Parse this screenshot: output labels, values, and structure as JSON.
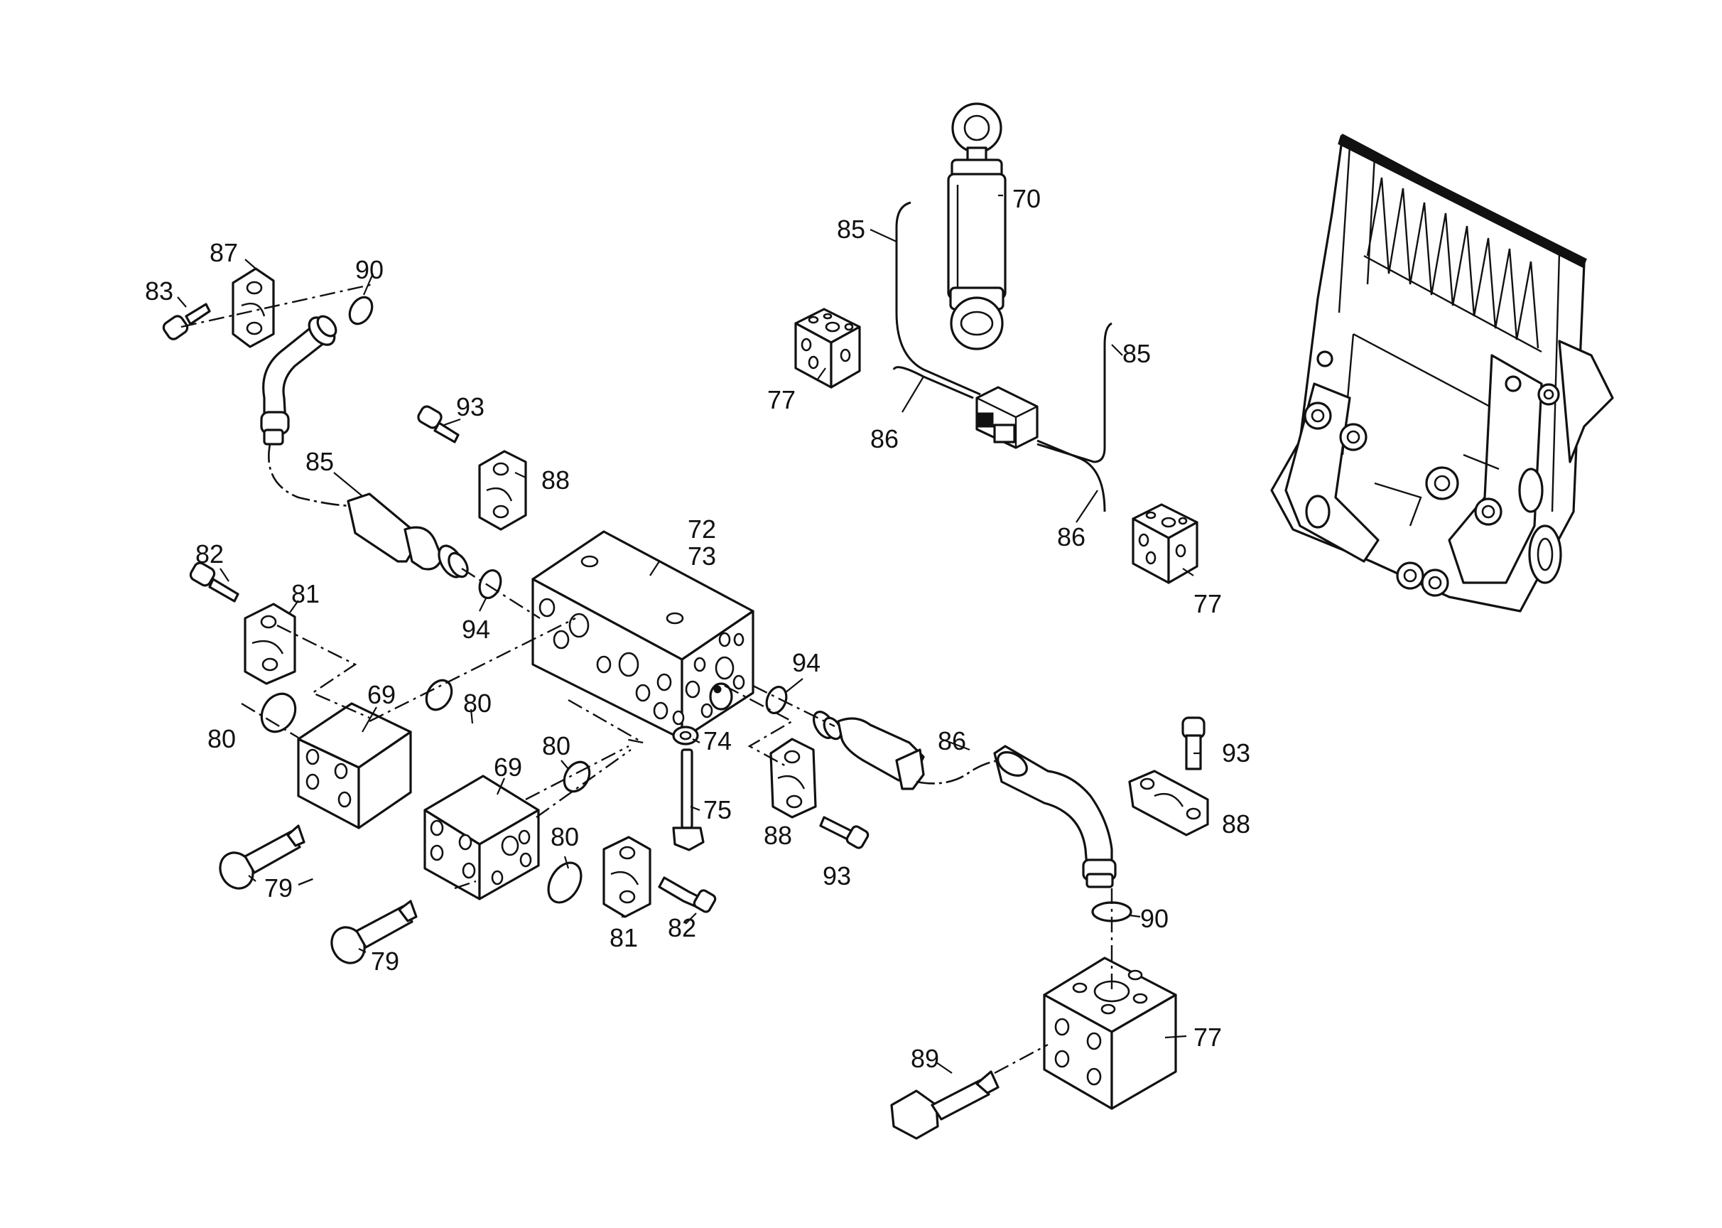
{
  "callouts": [
    {
      "id": "c-83",
      "text": "83"
    },
    {
      "id": "c-87",
      "text": "87"
    },
    {
      "id": "c-90a",
      "text": "90"
    },
    {
      "id": "c-93a",
      "text": "93"
    },
    {
      "id": "c-88a",
      "text": "88"
    },
    {
      "id": "c-85a",
      "text": "85"
    },
    {
      "id": "c-82a",
      "text": "82"
    },
    {
      "id": "c-81a",
      "text": "81"
    },
    {
      "id": "c-72",
      "text": "72"
    },
    {
      "id": "c-73",
      "text": "73"
    },
    {
      "id": "c-94a",
      "text": "94"
    },
    {
      "id": "c-69a",
      "text": "69"
    },
    {
      "id": "c-80a",
      "text": "80"
    },
    {
      "id": "c-80b",
      "text": "80"
    },
    {
      "id": "c-69b",
      "text": "69"
    },
    {
      "id": "c-80c",
      "text": "80"
    },
    {
      "id": "c-80d",
      "text": "80"
    },
    {
      "id": "c-74",
      "text": "74"
    },
    {
      "id": "c-75",
      "text": "75"
    },
    {
      "id": "c-79a",
      "text": "79"
    },
    {
      "id": "c-79b",
      "text": "79"
    },
    {
      "id": "c-81b",
      "text": "81"
    },
    {
      "id": "c-82b",
      "text": "82"
    },
    {
      "id": "c-94b",
      "text": "94"
    },
    {
      "id": "c-88b",
      "text": "88"
    },
    {
      "id": "c-93b",
      "text": "93"
    },
    {
      "id": "c-86a",
      "text": "86"
    },
    {
      "id": "c-93c",
      "text": "93"
    },
    {
      "id": "c-88c",
      "text": "88"
    },
    {
      "id": "c-90b",
      "text": "90"
    },
    {
      "id": "c-89",
      "text": "89"
    },
    {
      "id": "c-77a",
      "text": "77"
    },
    {
      "id": "c-70",
      "text": "70"
    },
    {
      "id": "c-85b",
      "text": "85"
    },
    {
      "id": "c-85c",
      "text": "85"
    },
    {
      "id": "c-77b",
      "text": "77"
    },
    {
      "id": "c-86b",
      "text": "86"
    },
    {
      "id": "c-86c",
      "text": "86"
    },
    {
      "id": "c-77c",
      "text": "77"
    }
  ]
}
